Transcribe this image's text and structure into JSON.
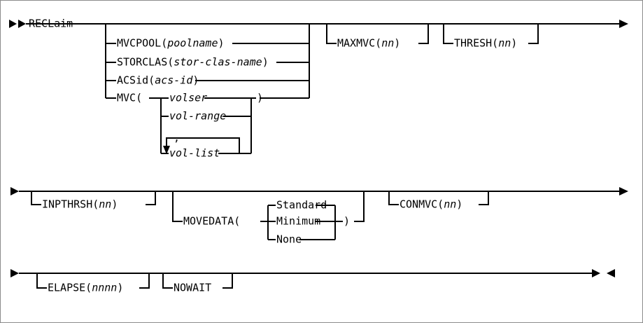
{
  "diagram": {
    "type": "railroad-syntax-diagram",
    "title": "RECLaim command syntax",
    "start_marker": "►►",
    "continue_marker": "►",
    "end_marker": "►◄",
    "colors": {
      "line": "#000000",
      "background": "#ffffff",
      "border": "#8c8c8c"
    },
    "keyword": "RECLaim",
    "lines": [
      {
        "id": "line-1",
        "items": [
          "RECLaim",
          "MVCPOOL(poolname)",
          "STORCLAS(stor-clas-name)",
          "ACSid(acs-id)",
          "MVC(volser | vol-range | vol-list,...)",
          "MAXMVC(nn)",
          "THRESH(nn)"
        ]
      },
      {
        "id": "line-2",
        "items": [
          "INPTHRSH(nn)",
          "MOVEDATA(Standard | Minimum | None)",
          "CONMVC(nn)"
        ]
      },
      {
        "id": "line-3",
        "items": [
          "ELAPSE(nnnn)",
          "NOWAIT"
        ]
      }
    ],
    "tokens": {
      "reclaim": "RECLaim",
      "mvcpool_kw": "MVCPOOL(",
      "mvcpool_var": "poolname",
      "mvcpool_close": ")",
      "storclas_kw": "STORCLAS(",
      "storclas_var": "stor-clas-name",
      "storclas_close": ")",
      "acsid_kw": "ACSid(",
      "acsid_var": "acs-id",
      "acsid_close": ")",
      "mvc_kw": "MVC(",
      "mvc_close": ")",
      "volser": "volser",
      "vol_range": "vol-range",
      "vol_list": "vol-list",
      "comma": ",",
      "maxmvc_kw": "MAXMVC(",
      "maxmvc_var": "nn",
      "maxmvc_close": ")",
      "thresh_kw": "THRESH(",
      "thresh_var": "nn",
      "thresh_close": ")",
      "inpthrsh_kw": "INPTHRSH(",
      "inpthrsh_var": "nn",
      "inpthrsh_close": ")",
      "movedata_kw": "MOVEDATA(",
      "movedata_close": ")",
      "standard": "Standard",
      "minimum": "Minimum",
      "none": "None",
      "conmvc_kw": "CONMVC(",
      "conmvc_var": "nn",
      "conmvc_close": ")",
      "elapse_kw": "ELAPSE(",
      "elapse_var": "nnnn",
      "elapse_close": ")",
      "nowait": "NOWAIT"
    }
  }
}
